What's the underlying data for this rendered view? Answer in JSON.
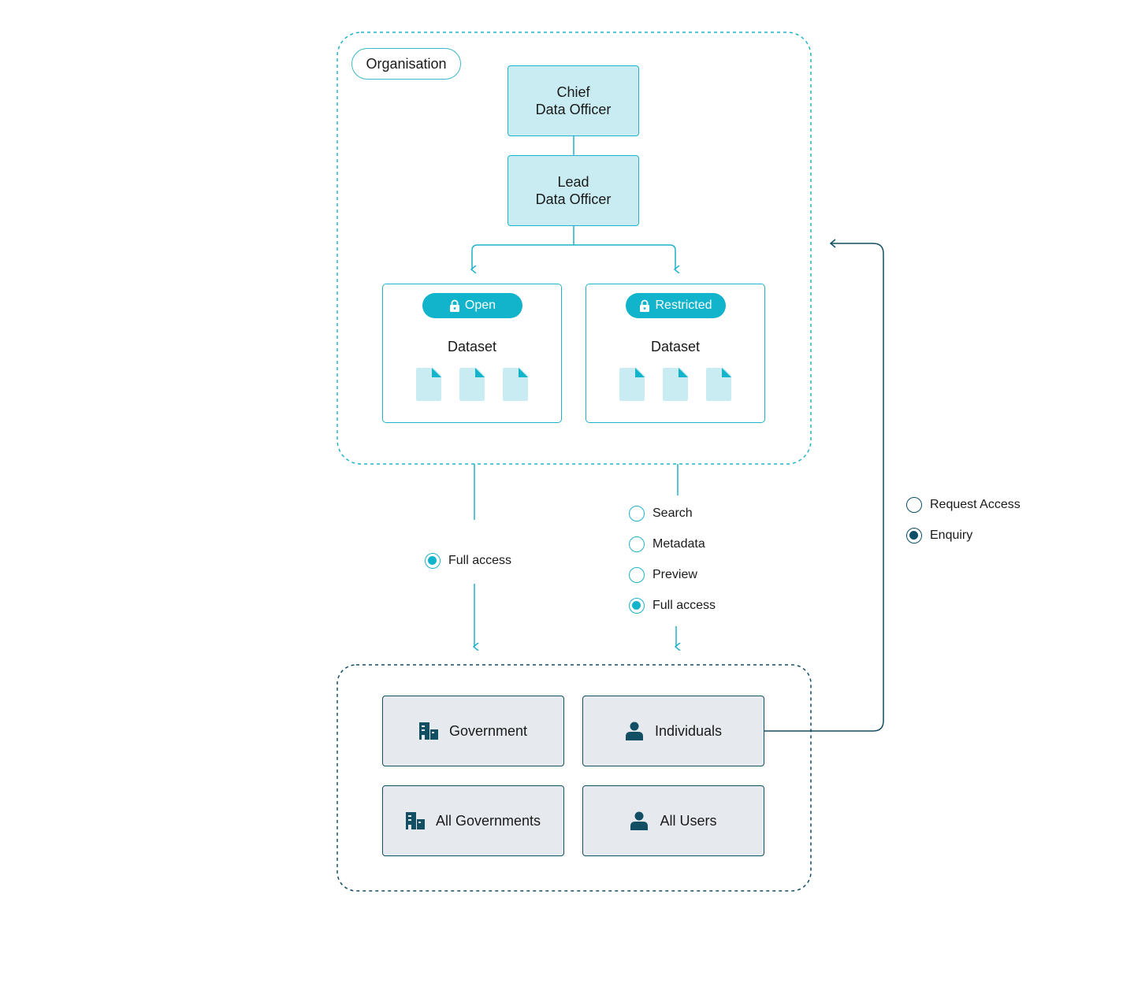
{
  "organisation": {
    "label": "Organisation"
  },
  "roles": {
    "chief": {
      "line1": "Chief",
      "line2": "Data Officer"
    },
    "lead": {
      "line1": "Lead",
      "line2": "Data Officer"
    }
  },
  "datasets": {
    "open": {
      "badge": "Open",
      "title": "Dataset",
      "badge_icon": "lock-icon",
      "file_icon": "document-icon"
    },
    "restricted": {
      "badge": "Restricted",
      "title": "Dataset",
      "badge_icon": "lock-icon",
      "file_icon": "document-icon"
    }
  },
  "open_access": {
    "options": [
      {
        "label": "Full access",
        "selected": true
      }
    ]
  },
  "restricted_access": {
    "options": [
      {
        "label": "Search",
        "selected": false
      },
      {
        "label": "Metadata",
        "selected": false
      },
      {
        "label": "Preview",
        "selected": false
      },
      {
        "label": "Full access",
        "selected": true
      }
    ]
  },
  "feedback": {
    "options": [
      {
        "label": "Request Access",
        "selected": false
      },
      {
        "label": "Enquiry",
        "selected": true
      }
    ]
  },
  "audiences": [
    {
      "label": "Government",
      "icon": "building-icon"
    },
    {
      "label": "Individuals",
      "icon": "person-icon"
    },
    {
      "label": "All Governments",
      "icon": "building-icon"
    },
    {
      "label": "All Users",
      "icon": "person-icon"
    }
  ],
  "colors": {
    "accent": "#12b4cc",
    "accent_light": "#c8ecf2",
    "dark_teal": "#124f63",
    "audience_bg": "#e6e9ee"
  }
}
